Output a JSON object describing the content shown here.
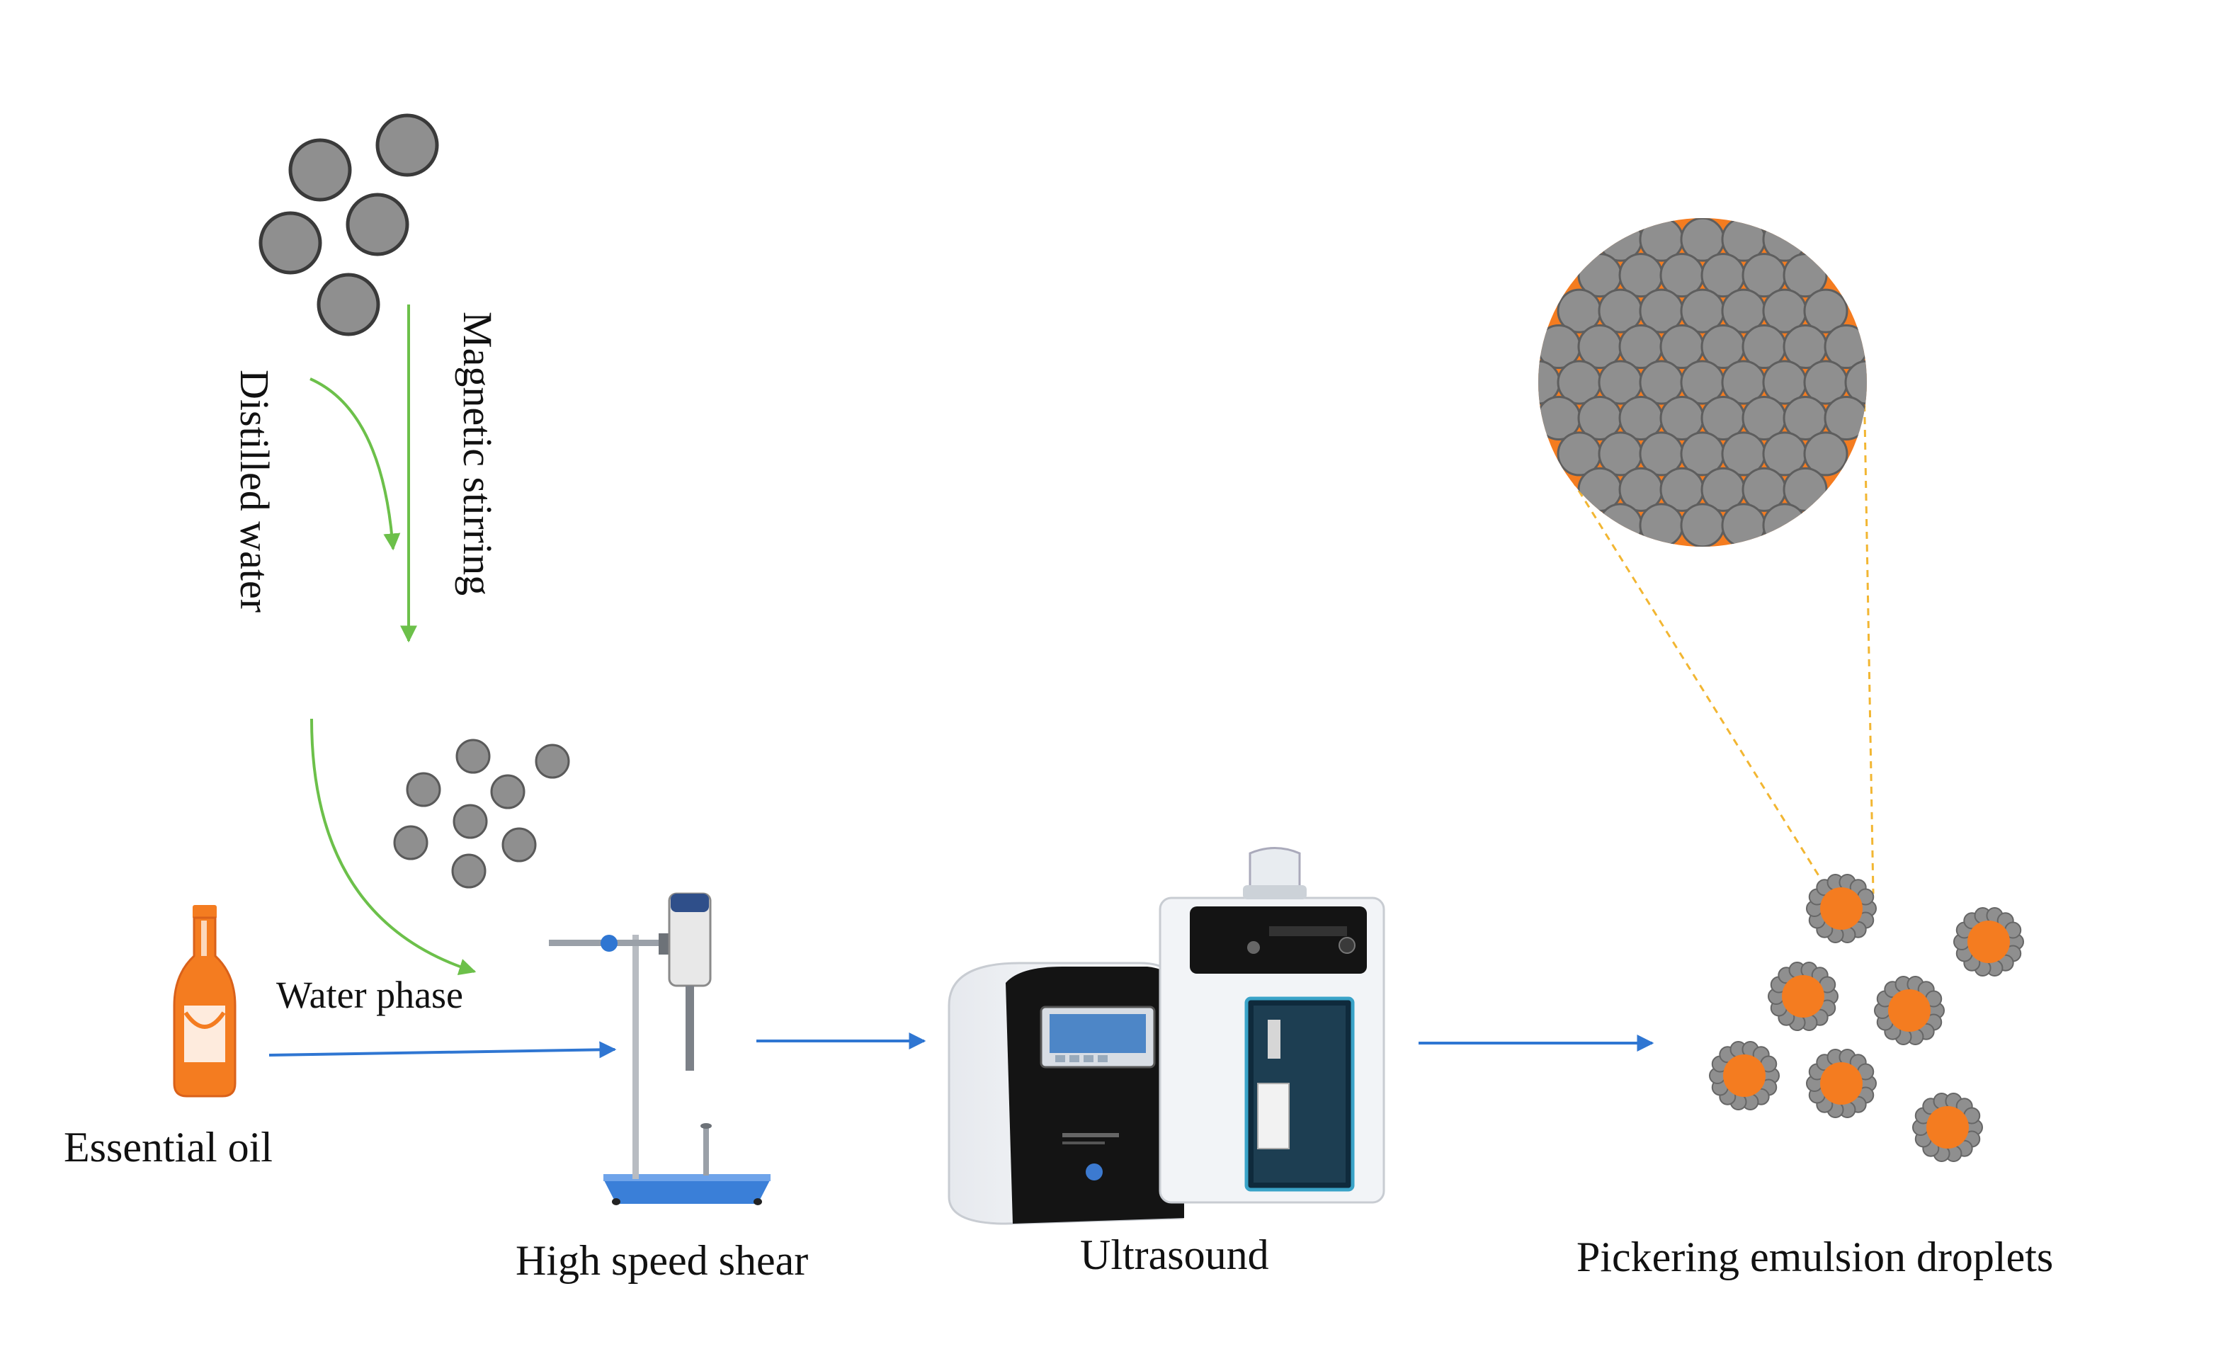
{
  "labels": {
    "distilled_water": "Distilled water",
    "magnetic_stirring": "Magnetic stirring",
    "water_phase": "Water phase",
    "essential_oil": "Essential oil",
    "high_speed_shear": "High speed shear",
    "ultrasound": "Ultrasound",
    "pickering_droplets": "Pickering emulsion droplets"
  },
  "colors": {
    "particle": "#8f8f8f",
    "particle_stroke": "#3a3a3a",
    "oil": "#f47c20",
    "green_arrow": "#6cc04a",
    "blue_arrow": "#2f76d2",
    "zoom_line": "#f2b632"
  },
  "icons": {
    "oil_bottle": "bottle-icon",
    "shear_device": "homogenizer-icon",
    "ultrasound_device": "ultrasonic-processor-icon"
  }
}
